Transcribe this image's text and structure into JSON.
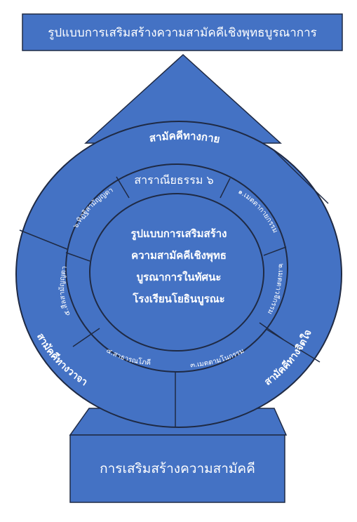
{
  "title_box": "รูปแบบการเสริมสร้างความสามัคคีเชิงพุทธบูรณาการ",
  "bottom_box": "การเสริมสร้างความสามัคคี",
  "center_lines": [
    "รูปแบบการเสริมสร้าง",
    "ความสามัคคีเชิงพุทธ",
    "บูรณาการในทัศนะ",
    "โรงเรียนโยธินบูรณะ"
  ],
  "outer_labels": {
    "body": "สามัคคีทางกาย",
    "speech": "สามัคคีทางวาจา",
    "mind": "สามัคคีทางจิตใจ"
  },
  "middle_title": "สาราณียธรรม ๖",
  "middle_labels": {
    "top_right": "๑.เมตตากายกรรม",
    "right": "๒.เมตตาวจีกรรม",
    "bottom_right": "๓.เมตตามโนกรรม",
    "bottom_left": "๔.สาธารณโภคี",
    "left": "๕.สีลสามัญญตา",
    "top_left": "๖.ทิฏฐิสามัญญตา"
  },
  "colors": {
    "fill": "#4472C4",
    "stroke": "#1F2A44",
    "arrow": "#ffffff",
    "text": "#ffffff"
  }
}
